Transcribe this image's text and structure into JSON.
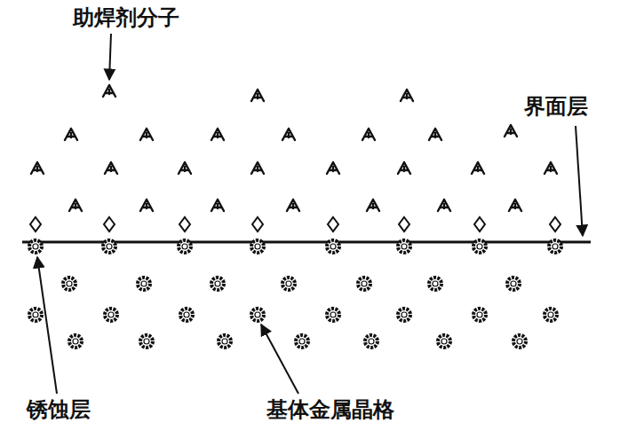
{
  "diagram": {
    "labels": [
      "助焊剂分子",
      "界面层",
      "锈蚀层",
      "基体金属晶格"
    ]
  }
}
